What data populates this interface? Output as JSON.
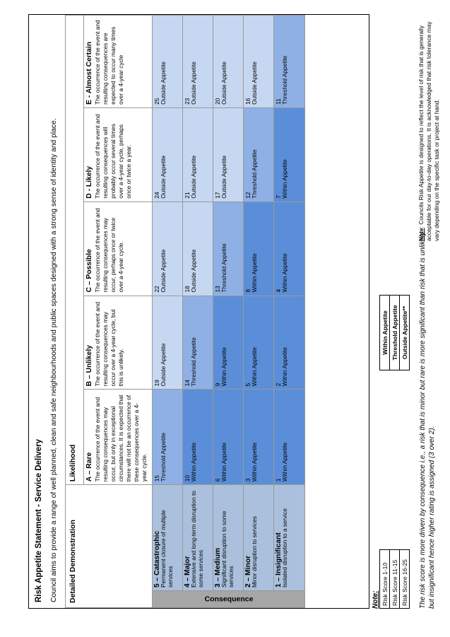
{
  "title": "Risk Appetite Statement - Service Delivery",
  "aim": "Council aims to provide a range of well planned, clean and safe neighbourhoods and public spaces designed with a strong sense of identity and place.",
  "matrix": {
    "corner": "Detailed Demonstration",
    "likelihood_header": "Likelihood",
    "consequence_header": "Consequence",
    "likelihood": [
      {
        "title": "A – Rare",
        "desc": "The occurrence of the event and resulting consequences may occur, but only in exceptional circumstances. It is expected that there will not be an occurrence of these consequences over a 4-year cycle."
      },
      {
        "title": "B – Unlikely",
        "desc": "The occurrence of the event and resulting consequences may occur over a 4-year cycle, but this is unlikely."
      },
      {
        "title": "C – Possible",
        "desc": "The occurrence of the event and resulting consequences may occur, perhaps once or twice over a 4-year cycle."
      },
      {
        "title": "D - Likely",
        "desc": "The occurrence of the event and resulting consequences will probably occur several times over a 4-year cycle, perhaps once or twice a year."
      },
      {
        "title": "E - Almost Certain",
        "desc": "The occurrence of the event and resulting consequences are expected to occur many times over a 4-year cycle"
      }
    ],
    "rows": [
      {
        "title": "5 – Catastrophic",
        "desc": "Permanent closure of multiple services",
        "cells": [
          {
            "score": "15",
            "label": "Threshold Appetite",
            "level": "mid"
          },
          {
            "score": "19",
            "label": "Outside Appetite",
            "level": "high"
          },
          {
            "score": "22",
            "label": "Outside Appetite",
            "level": "high"
          },
          {
            "score": "24",
            "label": "Outside Appetite",
            "level": "high"
          },
          {
            "score": "25",
            "label": "Outside Appetite",
            "level": "high"
          }
        ]
      },
      {
        "title": "4 – Major",
        "desc": "Extensive and long-term disruption to some services",
        "cells": [
          {
            "score": "10",
            "label": "Within Appetite",
            "level": "low"
          },
          {
            "score": "14",
            "label": "Threshold Appetite",
            "level": "mid"
          },
          {
            "score": "18",
            "label": "Outside Appetite",
            "level": "high"
          },
          {
            "score": "21",
            "label": "Outside Appetite",
            "level": "high"
          },
          {
            "score": "23",
            "label": "Outside Appetite",
            "level": "high"
          }
        ]
      },
      {
        "title": "3 – Medium",
        "desc": "Significant disruption to some services",
        "cells": [
          {
            "score": "6",
            "label": "Within Appetite",
            "level": "low"
          },
          {
            "score": "9",
            "label": "Within Appetite",
            "level": "low"
          },
          {
            "score": "13",
            "label": "Threshold Appetite",
            "level": "mid"
          },
          {
            "score": "17",
            "label": "Outside Appetite",
            "level": "high"
          },
          {
            "score": "20",
            "label": "Outside Appetite",
            "level": "high"
          }
        ]
      },
      {
        "title": "2 – Minor",
        "desc": "Minor disruption to services",
        "cells": [
          {
            "score": "3",
            "label": "Within Appetite",
            "level": "low"
          },
          {
            "score": "5",
            "label": "Within Appetite",
            "level": "low"
          },
          {
            "score": "8",
            "label": "Within Appetite",
            "level": "low"
          },
          {
            "score": "12",
            "label": "Threshold Appetite",
            "level": "mid"
          },
          {
            "score": "16",
            "label": "Outside Appetite",
            "level": "high"
          }
        ]
      },
      {
        "title": "1 – Insignificant",
        "desc": "Isolated disruption to a service",
        "cells": [
          {
            "score": "1",
            "label": "Within Appetite",
            "level": "low"
          },
          {
            "score": "2",
            "label": "Within Appetite",
            "level": "low"
          },
          {
            "score": "4",
            "label": "Within Appetite",
            "level": "low"
          },
          {
            "score": "7",
            "label": "Within Appetite",
            "level": "low"
          },
          {
            "score": "11",
            "label": "Threshold Appetite",
            "level": "mid"
          }
        ]
      }
    ]
  },
  "note": {
    "label": "Note:",
    "legend": [
      {
        "range": "Risk Score 1-10",
        "value": "Within Appetite",
        "level": "low"
      },
      {
        "range": "Risk Score 11-15",
        "value": "Threshold Appetite",
        "level": "mid"
      },
      {
        "range": "Risk Score 16-25",
        "value": "Outside Appetite**",
        "level": "high"
      }
    ]
  },
  "explanation": "The risk score is more driven by consequence i.e., a risk that is minor but rare is more significant than risk that is unlikely but insignificant hence higher rating is assigned (3 over 2).",
  "footnote": {
    "label": "Note",
    "text": ": Councils Risk Appetite is designed to reflect the level of risk that is generally acceptable for our day-to-day operations. It is acknowledged that risk tolerance may vary depending on the specific task or project at hand."
  },
  "colors": {
    "low": "#5b8ed8",
    "mid": "#8eb0e4",
    "high": "#c6d8f1",
    "consequence": "#aac0dd",
    "axis": "#a6a6a6"
  }
}
